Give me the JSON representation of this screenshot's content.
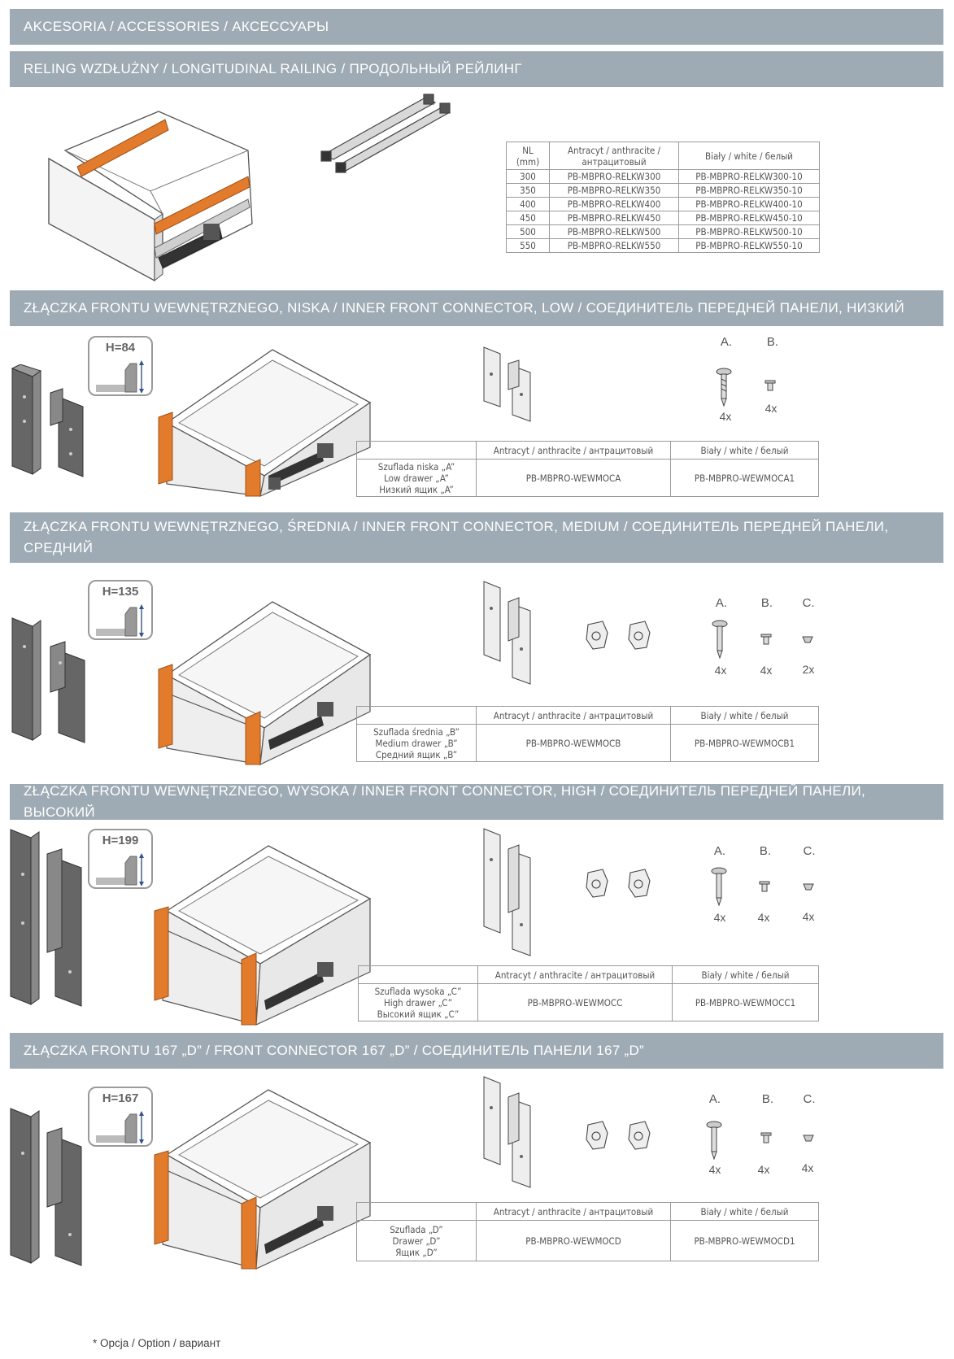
{
  "header": {
    "title": "AKCESORIA / ACCESSORIES / АКСЕССУАРЫ"
  },
  "colors": {
    "bar": "#9eabb4",
    "accent_orange": "#e27b2b"
  },
  "sections": [
    {
      "title": "RELING WZDŁUŻNY / LONGITUDINAL RAILING / ПРОДОЛЬНЫЙ РЕЙЛИНГ",
      "table": {
        "headers": [
          "NL (mm)",
          "Antracyt / anthracite / антрацитовый",
          "Biały / white / белый"
        ],
        "rows": [
          [
            "300",
            "PB-MBPRO-RELKW300",
            "PB-MBPRO-RELKW300-10"
          ],
          [
            "350",
            "PB-MBPRO-RELKW350",
            "PB-MBPRO-RELKW350-10"
          ],
          [
            "400",
            "PB-MBPRO-RELKW400",
            "PB-MBPRO-RELKW400-10"
          ],
          [
            "450",
            "PB-MBPRO-RELKW450",
            "PB-MBPRO-RELKW450-10"
          ],
          [
            "500",
            "PB-MBPRO-RELKW500",
            "PB-MBPRO-RELKW500-10"
          ],
          [
            "550",
            "PB-MBPRO-RELKW550",
            "PB-MBPRO-RELKW550-10"
          ]
        ]
      }
    },
    {
      "title": "ZŁĄCZKA FRONTU WEWNĘTRZNEGO, NISKA / INNER FRONT CONNECTOR, LOW / СОЕДИНИТЕЛЬ ПЕРЕДНЕЙ ПАНЕЛИ, НИЗКИЙ",
      "height_label": "H=84",
      "hardware": [
        {
          "label": "A.",
          "qty": "4x"
        },
        {
          "label": "B.",
          "qty": "4x"
        }
      ],
      "table": {
        "headers": [
          "Antracyt / anthracite / антрацитовый",
          "Biały / white / белый"
        ],
        "row_label": [
          "Szuflada niska „A”",
          "Low drawer „A”",
          "Низкий ящик  „A”"
        ],
        "codes": [
          "PB-MBPRO-WEWMOCA",
          "PB-MBPRO-WEWMOCA1"
        ]
      }
    },
    {
      "title": "ZŁĄCZKA FRONTU WEWNĘTRZNEGO, ŚREDNIA / INNER FRONT CONNECTOR, MEDIUM / СОЕДИНИТЕЛЬ ПЕРЕДНЕЙ ПАНЕЛИ, СРЕДНИЙ",
      "height_label": "H=135",
      "hardware": [
        {
          "label": "A.",
          "qty": "4x"
        },
        {
          "label": "B.",
          "qty": "4x"
        },
        {
          "label": "C.",
          "qty": "2x"
        }
      ],
      "table": {
        "headers": [
          "Antracyt / anthracite / антрацитовый",
          "Biały / white / белый"
        ],
        "row_label": [
          "Szuflada średnia „B”",
          "Medium drawer „B”",
          "Средний ящик „B”"
        ],
        "codes": [
          "PB-MBPRO-WEWMOCB",
          "PB-MBPRO-WEWMOCB1"
        ]
      }
    },
    {
      "title": "ZŁĄCZKA FRONTU WEWNĘTRZNEGO, WYSOKA / INNER FRONT CONNECTOR, HIGH / СОЕДИНИТЕЛЬ ПЕРЕДНЕЙ ПАНЕЛИ, ВЫСОКИЙ",
      "height_label": "H=199",
      "hardware": [
        {
          "label": "A.",
          "qty": "4x"
        },
        {
          "label": "B.",
          "qty": "4x"
        },
        {
          "label": "C.",
          "qty": "4x"
        }
      ],
      "table": {
        "headers": [
          "Antracyt / anthracite / антрацитовый",
          "Biały / white / белый"
        ],
        "row_label": [
          "Szuflada wysoka „C”",
          "High drawer „C”",
          "Высокий ящик „C”"
        ],
        "codes": [
          "PB-MBPRO-WEWMOCC",
          "PB-MBPRO-WEWMOCC1"
        ]
      }
    },
    {
      "title": "ZŁĄCZKA FRONTU 167 „D” / FRONT CONNECTOR 167 „D” / СОЕДИНИТЕЛЬ ПАНЕЛИ 167 „D”",
      "height_label": "H=167",
      "hardware": [
        {
          "label": "A.",
          "qty": "4x"
        },
        {
          "label": "B.",
          "qty": "4x"
        },
        {
          "label": "C.",
          "qty": "4x"
        }
      ],
      "table": {
        "headers": [
          "Antracyt / anthracite / антрацитовый",
          "Biały / white / белый"
        ],
        "row_label": [
          "Szuflada „D”",
          "Drawer „D”",
          "Ящик „D”"
        ],
        "codes": [
          "PB-MBPRO-WEWMOCD",
          "PB-MBPRO-WEWMOCD1"
        ]
      }
    }
  ],
  "footnote": "* Opcja / Option / вариант"
}
